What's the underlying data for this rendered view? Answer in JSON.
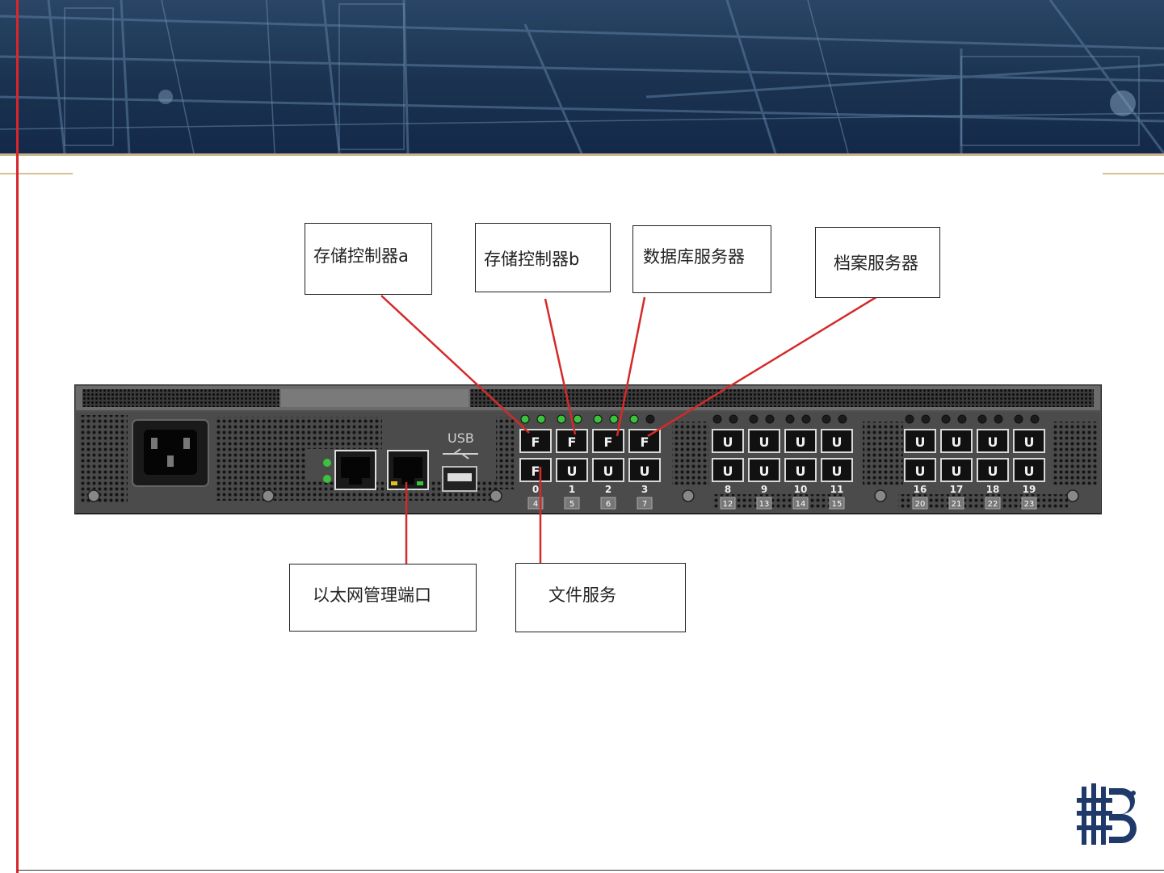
{
  "labels": {
    "storage_controller_a": "存储控制器a",
    "storage_controller_b": "存储控制器b",
    "database_server": "数据库服务器",
    "archive_server": "档案服务器",
    "ethernet_mgmt_port": "以太网管理端口",
    "file_service": "文件服务"
  },
  "device": {
    "usb_label": "USB",
    "top_port_numbers": [
      "0",
      "1",
      "2",
      "3",
      "8",
      "9",
      "10",
      "11",
      "16",
      "17",
      "18",
      "19"
    ],
    "bottom_port_numbers": [
      "4",
      "5",
      "6",
      "7",
      "12",
      "13",
      "14",
      "15",
      "20",
      "21",
      "22",
      "23"
    ],
    "sfp_labels": [
      "F",
      "F",
      "F",
      "F",
      "F"
    ],
    "u_label": "U"
  },
  "colors": {
    "connector_line": "#d42a2a",
    "accent_red": "#d8262c",
    "banner_navy": "#1a3250",
    "led_green": "#3cc23c",
    "logo_navy": "#1f3a6a"
  },
  "icons": [
    "power-inlet-icon",
    "rj45-port-icon",
    "usb-port-icon",
    "sfp-port-icon",
    "led-icon",
    "screw-icon",
    "company-logo-icon"
  ]
}
